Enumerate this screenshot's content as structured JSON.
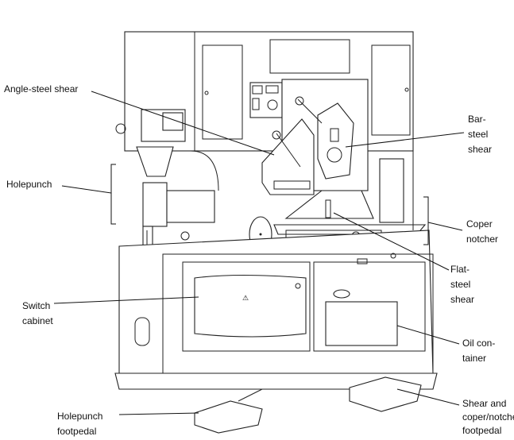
{
  "labels": {
    "angle_steel_shear": "Angle-steel shear",
    "holepunch": "Holepunch",
    "bar_steel_shear": "Bar-\nsteel\nshear",
    "coper_notcher": "Coper\nnotcher",
    "flat_steel_shear": "Flat-\nsteel\nshear",
    "switch_cabinet": "Switch\ncabinet",
    "oil_container": "Oil con-\ntainer",
    "holepunch_footpedal": "Holepunch\nfootpedal",
    "shear_footpedal": "Shear and\ncoper/notcher\nfootpedal"
  }
}
